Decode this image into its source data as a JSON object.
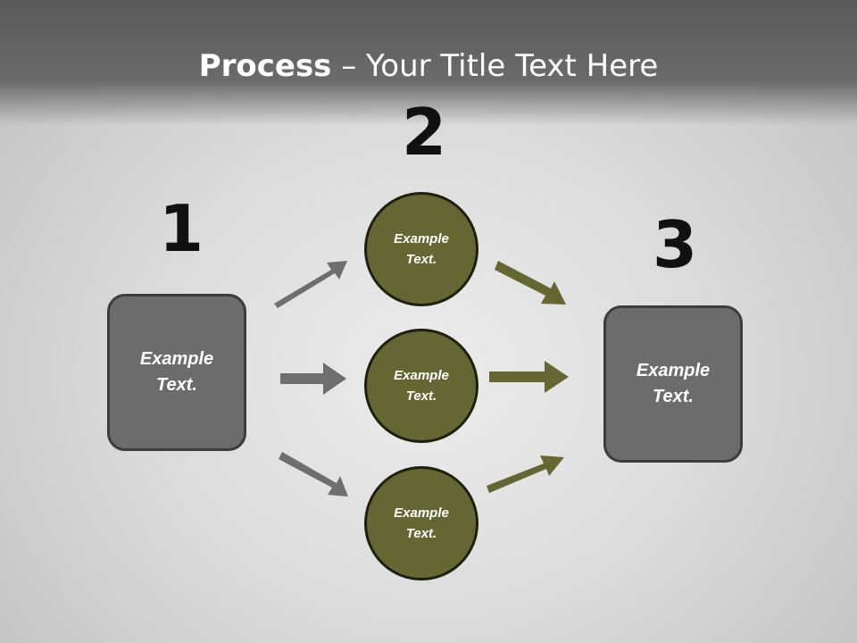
{
  "slide": {
    "title_strong": "Process",
    "title_rest": " – Your Title Text Here"
  },
  "steps": {
    "one": {
      "number": "1",
      "label": "Example\nText."
    },
    "two": {
      "number": "2"
    },
    "three": {
      "number": "3",
      "label": "Example\nText."
    }
  },
  "circles": [
    {
      "label": "Example\nText."
    },
    {
      "label": "Example\nText."
    },
    {
      "label": "Example\nText."
    }
  ],
  "colors": {
    "header": "#595959",
    "box_fill": "#6c6c6c",
    "circle_fill": "#666633",
    "arrow_gray": "#6e6e6e",
    "arrow_olive": "#666633"
  }
}
